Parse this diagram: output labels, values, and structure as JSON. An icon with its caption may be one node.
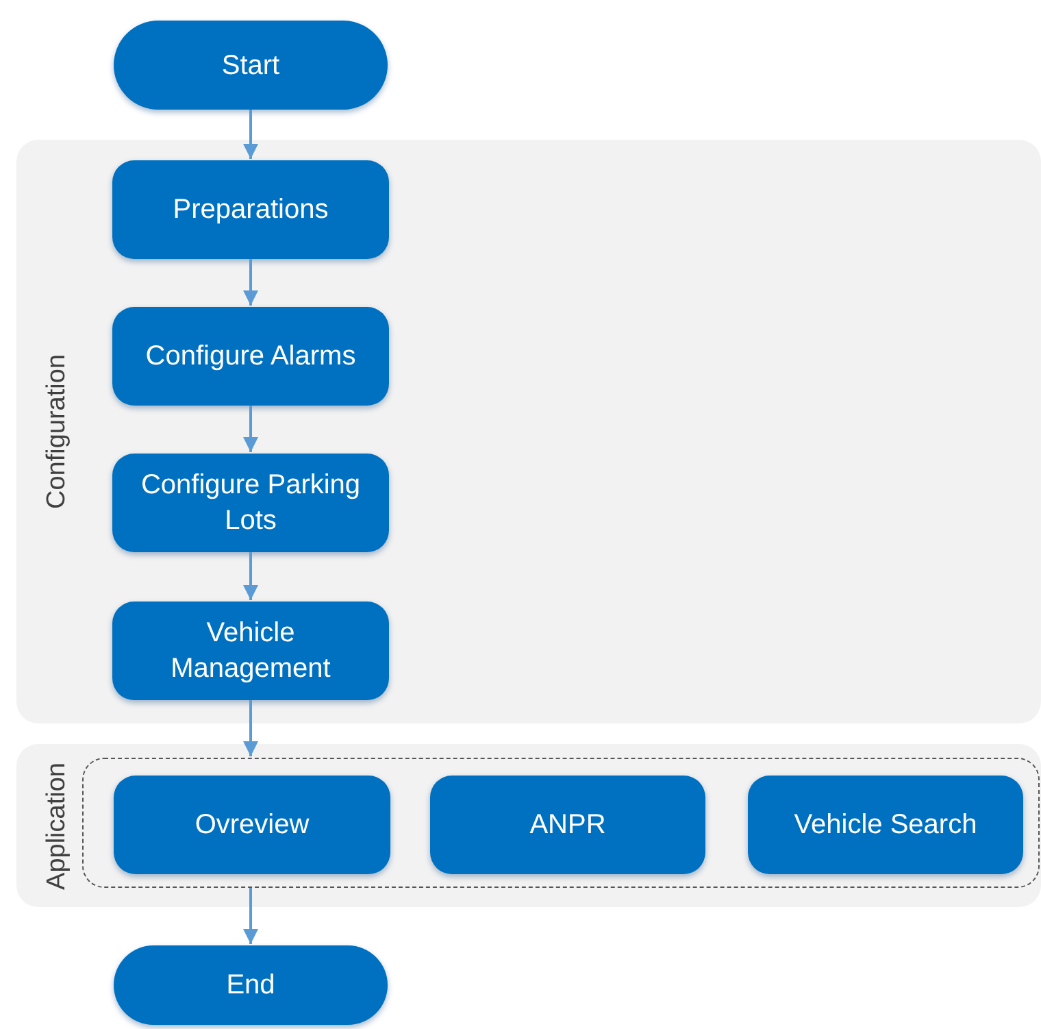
{
  "diagram": {
    "nodes": [
      {
        "text": [
          "Start"
        ]
      },
      {
        "text": [
          "Configuration"
        ]
      },
      {
        "text": [
          "Preparations"
        ],
        "in": 1
      },
      {
        "text": [
          "Configure Alarms"
        ],
        "in": 1
      },
      {
        "text": [
          "Configure Parking Lots"
        ],
        "in": 1
      },
      {
        "text": [
          "Vehicle Management"
        ],
        "in": 1
      },
      {
        "text": [
          "Application"
        ]
      },
      {
        "text": [],
        "shape": "box",
        "in": 6
      },
      {
        "text": [
          "Ovreview"
        ],
        "in": 7
      },
      {
        "text": [
          "ANPR"
        ],
        "in": 7
      },
      {
        "text": [
          "Vehicle Search"
        ],
        "in": 7
      },
      {
        "text": [
          "End"
        ]
      }
    ],
    "edges": [
      {
        "from": 0,
        "to": 2,
        "arrow": "to"
      },
      {
        "from": 2,
        "to": 3,
        "arrow": "to"
      },
      {
        "from": 3,
        "to": 4,
        "arrow": "to"
      },
      {
        "from": 4,
        "to": 5,
        "arrow": "to"
      },
      {
        "from": 5,
        "to": 7,
        "arrow": "to"
      },
      {
        "from": 7,
        "to": 11,
        "arrow": "to"
      }
    ]
  }
}
